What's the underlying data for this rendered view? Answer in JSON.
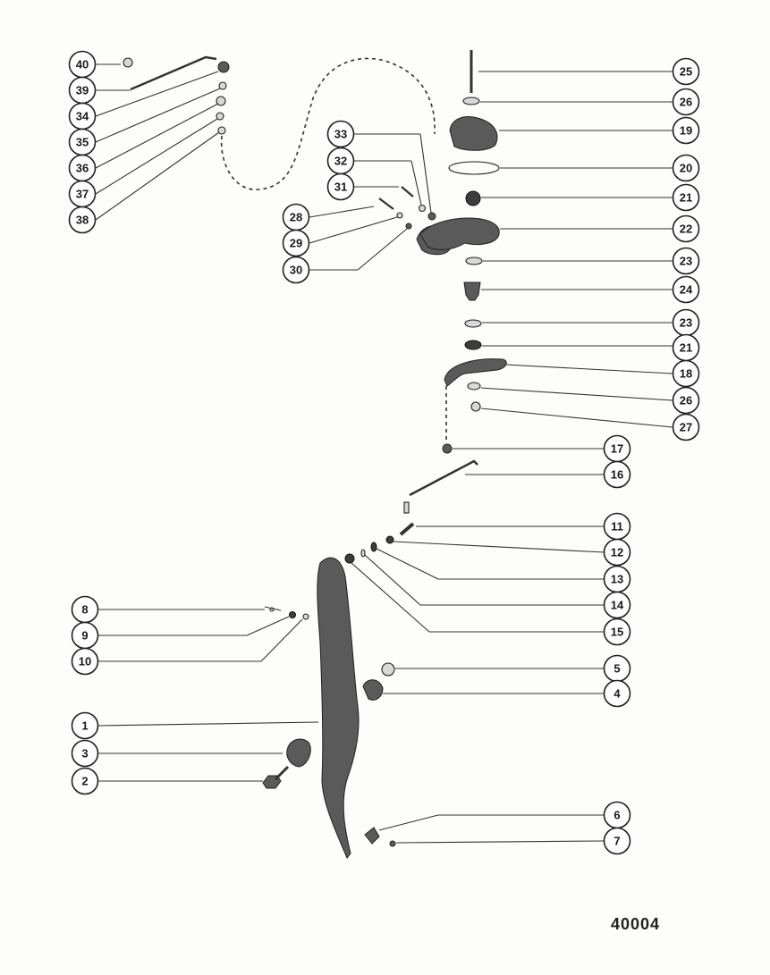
{
  "figure_number": "40004",
  "callouts": [
    {
      "label": "40"
    },
    {
      "label": "39"
    },
    {
      "label": "34"
    },
    {
      "label": "35"
    },
    {
      "label": "36"
    },
    {
      "label": "37"
    },
    {
      "label": "38"
    },
    {
      "label": "33"
    },
    {
      "label": "32"
    },
    {
      "label": "31"
    },
    {
      "label": "28"
    },
    {
      "label": "29"
    },
    {
      "label": "30"
    },
    {
      "label": "25"
    },
    {
      "label": "26"
    },
    {
      "label": "19"
    },
    {
      "label": "20"
    },
    {
      "label": "21"
    },
    {
      "label": "22"
    },
    {
      "label": "23"
    },
    {
      "label": "24"
    },
    {
      "label": "23"
    },
    {
      "label": "21"
    },
    {
      "label": "18"
    },
    {
      "label": "26"
    },
    {
      "label": "27"
    },
    {
      "label": "17"
    },
    {
      "label": "16"
    },
    {
      "label": "11"
    },
    {
      "label": "12"
    },
    {
      "label": "13"
    },
    {
      "label": "14"
    },
    {
      "label": "15"
    },
    {
      "label": "8"
    },
    {
      "label": "9"
    },
    {
      "label": "10"
    },
    {
      "label": "5"
    },
    {
      "label": "4"
    },
    {
      "label": "1"
    },
    {
      "label": "3"
    },
    {
      "label": "2"
    },
    {
      "label": "6"
    },
    {
      "label": "7"
    }
  ]
}
